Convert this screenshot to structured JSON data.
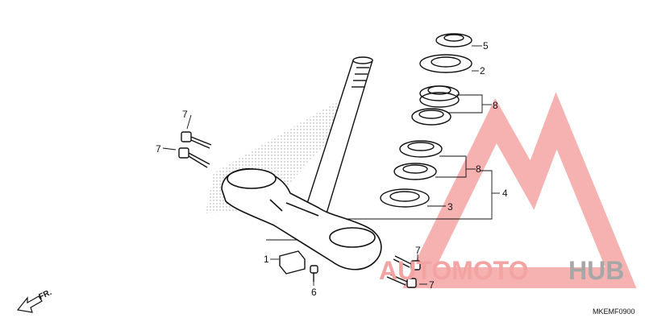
{
  "callouts": {
    "c1": "1",
    "c2": "2",
    "c3": "3",
    "c4": "4",
    "c5": "5",
    "c6": "6",
    "c7a": "7",
    "c7b": "7",
    "c7c": "7",
    "c7d": "7",
    "c8a": "8",
    "c8b": "8"
  },
  "direction_label": "FR.",
  "diagram_code": "MKEMF0900",
  "watermark": {
    "part1": "AUTOMOTO",
    "part2": "HUB",
    "color_red": "#f26b6b",
    "color_gray": "#a7a7a7"
  },
  "colors": {
    "line": "#111111",
    "highlight_lines": "#c0392b"
  }
}
